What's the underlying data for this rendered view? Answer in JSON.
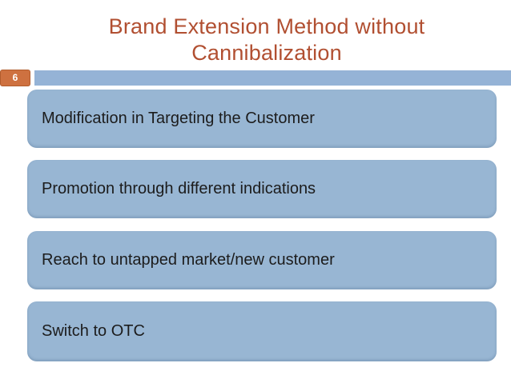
{
  "slide": {
    "page_number": "6",
    "title": "Brand Extension Method without Cannibalization",
    "items": [
      {
        "label": "Modification in Targeting the Customer"
      },
      {
        "label": "Promotion through different indications"
      },
      {
        "label": "Reach to untapped market/new customer"
      },
      {
        "label": "Switch to OTC"
      }
    ],
    "colors": {
      "title_text": "#b14f31",
      "page_badge_orange": "#ce7140",
      "band_blue": "#95b3d6",
      "item_box_blue": "#98b6d3",
      "item_text": "#1c1c1c",
      "background": "#ffffff"
    }
  }
}
